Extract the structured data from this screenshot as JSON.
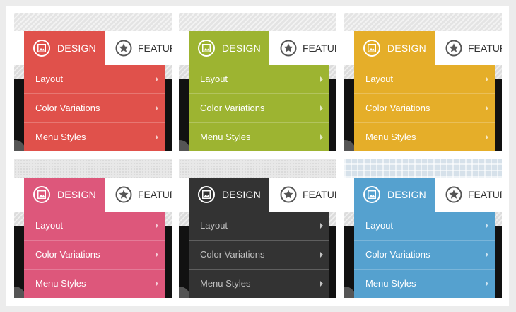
{
  "menus": [
    {
      "color": "#e0514b",
      "background": "diagonal",
      "design_label": "DESIGN",
      "feature_label": "FEATURES",
      "items": [
        "Layout",
        "Color Variations",
        "Menu Styles"
      ],
      "icons": {
        "design": "image-icon",
        "feature": "star-icon",
        "item": "arrow-right-icon"
      }
    },
    {
      "color": "#9db431",
      "background": "diagonal",
      "design_label": "DESIGN",
      "feature_label": "FEATURES",
      "items": [
        "Layout",
        "Color Variations",
        "Menu Styles"
      ],
      "icons": {
        "design": "image-icon",
        "feature": "star-icon",
        "item": "arrow-right-icon"
      }
    },
    {
      "color": "#e5ae29",
      "background": "diagonal",
      "design_label": "DESIGN",
      "feature_label": "FEATURES",
      "items": [
        "Layout",
        "Color Variations",
        "Menu Styles"
      ],
      "icons": {
        "design": "image-icon",
        "feature": "star-icon",
        "item": "arrow-right-icon"
      }
    },
    {
      "color": "#dd577b",
      "background": "dots",
      "design_label": "DESIGN",
      "feature_label": "FEATURES",
      "items": [
        "Layout",
        "Color Variations",
        "Menu Styles"
      ],
      "icons": {
        "design": "image-icon",
        "feature": "star-icon",
        "item": "arrow-right-icon"
      }
    },
    {
      "color": "#333333",
      "background": "dots",
      "design_label": "DESIGN",
      "feature_label": "FEATURES",
      "items": [
        "Layout",
        "Color Variations",
        "Menu Styles"
      ],
      "text_color": "#c0c0c0",
      "icons": {
        "design": "image-icon",
        "feature": "star-icon",
        "item": "arrow-right-icon"
      }
    },
    {
      "color": "#55a1cf",
      "background": "plaid",
      "design_label": "DESIGN",
      "feature_label": "FEATURES",
      "items": [
        "Layout",
        "Color Variations",
        "Menu Styles"
      ],
      "icons": {
        "design": "image-icon",
        "feature": "star-icon",
        "item": "arrow-right-icon"
      }
    }
  ]
}
